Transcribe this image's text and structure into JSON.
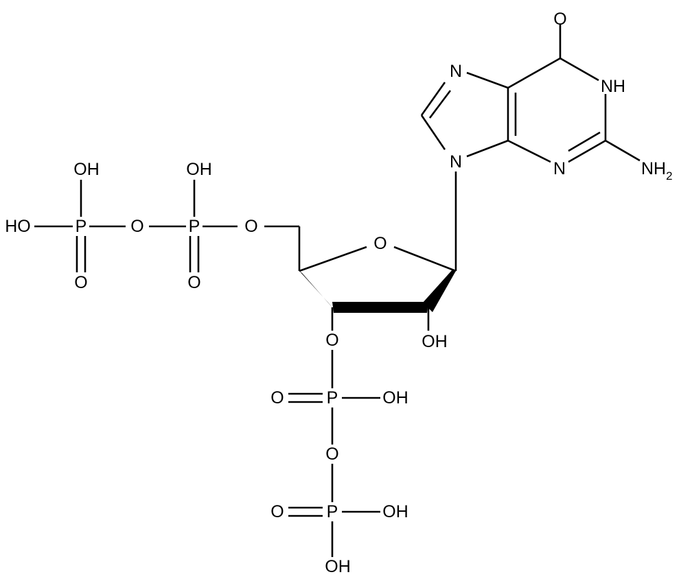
{
  "colors": {
    "bond": "#000000",
    "background": "#ffffff"
  },
  "atoms": {
    "o_carbonyl": "O",
    "n1h": "NH",
    "nh2_n": "NH",
    "nh2_sub": "2",
    "n3": "N",
    "n7": "N",
    "n9": "N",
    "o_ring": "O",
    "o2_oh": "OH",
    "o5": "O",
    "p_beta": "P",
    "o_beta_oh": "OH",
    "o_beta_dbl": "O",
    "o_bridge1": "O",
    "p_alpha": "P",
    "o_alpha_oh": "OH",
    "o_alpha_dbl": "O",
    "o_left_oh": "HO",
    "o3": "O",
    "p3a": "P",
    "o3a_dbl": "O",
    "o3a_oh": "OH",
    "o_bridge2": "O",
    "p3b": "P",
    "o3b_dbl": "O",
    "o3b_oh": "OH",
    "o3b_oh_bottom": "OH"
  }
}
